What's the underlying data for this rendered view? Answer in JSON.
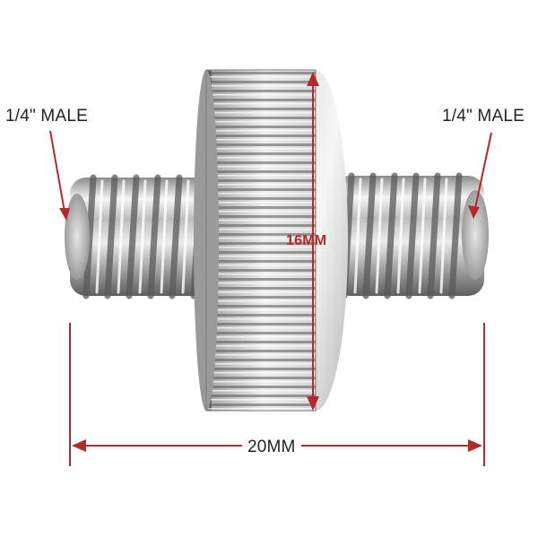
{
  "labels": {
    "left_thread": "1/4\" MALE",
    "right_thread": "1/4\" MALE",
    "width": "20MM",
    "height": "16MM"
  },
  "colors": {
    "annotation": "#b22a2a",
    "text": "#222222",
    "metal_light": "#f2f2f2",
    "metal_dark": "#6e6e6e"
  },
  "product": "double-male-screw-adapter"
}
